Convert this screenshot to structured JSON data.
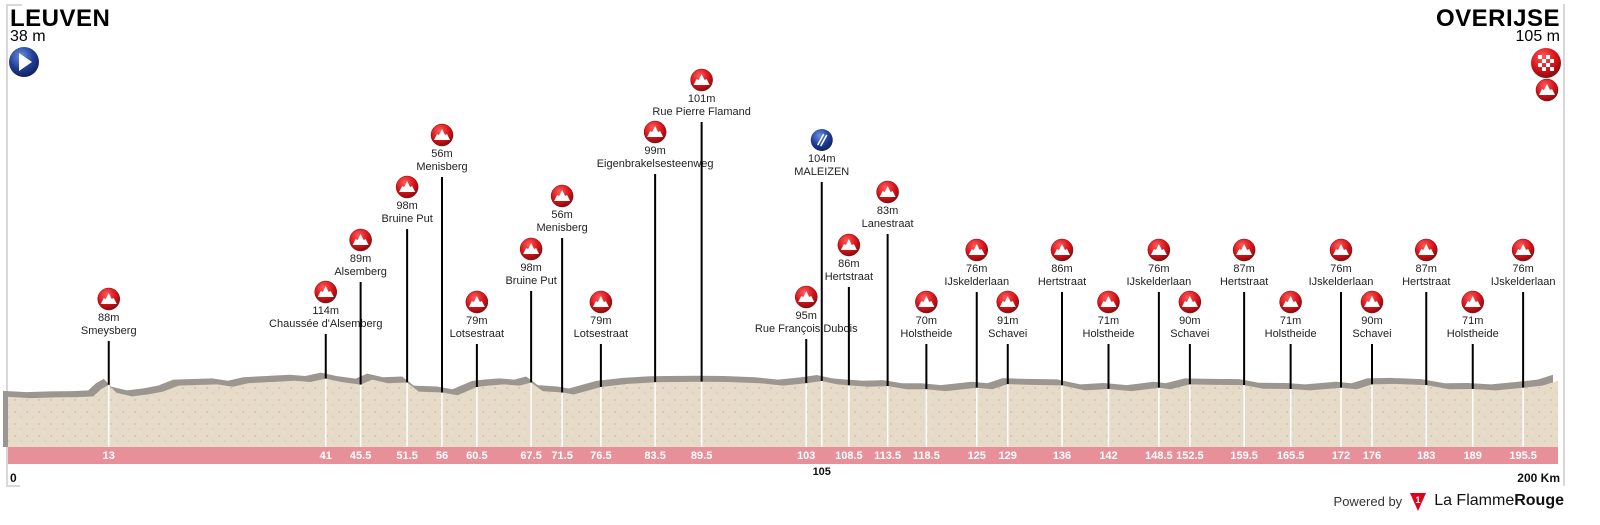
{
  "start": {
    "city": "LEUVEN",
    "altitude": "38 m",
    "icon": "start-play-icon"
  },
  "finish": {
    "city": "OVERIJSE",
    "altitude": "105 m",
    "icons": [
      "finish-flag-icon",
      "climb-icon"
    ]
  },
  "footer": {
    "powered_by": "Powered by",
    "brand_light": "La Flamme",
    "brand_bold": "Rouge",
    "brand_mark": "1"
  },
  "colors": {
    "climb": "#d8141a",
    "sprint": "#1f3f95",
    "band": "#e8909a",
    "ground": "#e6dac8",
    "shadow": "#9b968f"
  },
  "chart_data": {
    "type": "area",
    "title": "LEUVEN - OVERIJSE",
    "xlabel": "Km",
    "x_start_label": "0",
    "x_end_label": "200 Km",
    "xlim": [
      0,
      200
    ],
    "special_km_label": "105",
    "profile": [
      [
        0,
        38
      ],
      [
        3,
        33
      ],
      [
        6,
        36
      ],
      [
        9,
        37
      ],
      [
        11,
        40
      ],
      [
        12,
        70
      ],
      [
        13,
        88
      ],
      [
        14,
        55
      ],
      [
        16,
        40
      ],
      [
        18,
        48
      ],
      [
        20,
        60
      ],
      [
        22,
        85
      ],
      [
        25,
        88
      ],
      [
        27,
        90
      ],
      [
        29,
        80
      ],
      [
        31,
        95
      ],
      [
        34,
        100
      ],
      [
        37,
        105
      ],
      [
        39,
        100
      ],
      [
        41,
        114
      ],
      [
        43,
        100
      ],
      [
        45.5,
        89
      ],
      [
        47,
        110
      ],
      [
        49,
        95
      ],
      [
        51.5,
        98
      ],
      [
        53,
        60
      ],
      [
        56,
        56
      ],
      [
        58,
        45
      ],
      [
        60.5,
        79
      ],
      [
        62,
        85
      ],
      [
        64,
        90
      ],
      [
        66,
        85
      ],
      [
        67.5,
        98
      ],
      [
        69,
        62
      ],
      [
        71.5,
        56
      ],
      [
        73,
        48
      ],
      [
        76.5,
        79
      ],
      [
        78,
        85
      ],
      [
        80,
        92
      ],
      [
        83.5,
        99
      ],
      [
        86,
        100
      ],
      [
        89.5,
        101
      ],
      [
        93,
        100
      ],
      [
        97,
        95
      ],
      [
        100,
        85
      ],
      [
        103,
        95
      ],
      [
        105,
        104
      ],
      [
        107,
        90
      ],
      [
        108.5,
        86
      ],
      [
        111,
        80
      ],
      [
        113.5,
        83
      ],
      [
        116,
        70
      ],
      [
        118.5,
        70
      ],
      [
        121,
        62
      ],
      [
        125,
        76
      ],
      [
        127,
        70
      ],
      [
        129,
        91
      ],
      [
        132,
        88
      ],
      [
        136,
        86
      ],
      [
        139,
        65
      ],
      [
        142,
        71
      ],
      [
        145,
        62
      ],
      [
        148.5,
        76
      ],
      [
        150,
        70
      ],
      [
        152.5,
        90
      ],
      [
        156,
        88
      ],
      [
        159.5,
        87
      ],
      [
        162,
        72
      ],
      [
        165.5,
        71
      ],
      [
        168,
        65
      ],
      [
        172,
        76
      ],
      [
        174,
        70
      ],
      [
        176,
        90
      ],
      [
        179,
        92
      ],
      [
        183,
        87
      ],
      [
        186,
        70
      ],
      [
        189,
        71
      ],
      [
        192,
        65
      ],
      [
        195.5,
        76
      ],
      [
        198,
        85
      ],
      [
        200,
        105
      ]
    ],
    "points": [
      {
        "km": "13",
        "km_value": 13,
        "name": "Smeysberg",
        "alt": "88m",
        "type": "climb"
      },
      {
        "km": "41",
        "km_value": 41,
        "name": "Chaussée d'Alsemberg",
        "alt": "114m",
        "type": "climb"
      },
      {
        "km": "45.5",
        "km_value": 45.5,
        "name": "Alsemberg",
        "alt": "89m",
        "type": "climb"
      },
      {
        "km": "51.5",
        "km_value": 51.5,
        "name": "Bruine Put",
        "alt": "98m",
        "type": "climb"
      },
      {
        "km": "56",
        "km_value": 56,
        "name": "Menisberg",
        "alt": "56m",
        "type": "climb"
      },
      {
        "km": "60.5",
        "km_value": 60.5,
        "name": "Lotsestraat",
        "alt": "79m",
        "type": "climb"
      },
      {
        "km": "67.5",
        "km_value": 67.5,
        "name": "Bruine Put",
        "alt": "98m",
        "type": "climb"
      },
      {
        "km": "71.5",
        "km_value": 71.5,
        "name": "Menisberg",
        "alt": "56m",
        "type": "climb"
      },
      {
        "km": "76.5",
        "km_value": 76.5,
        "name": "Lotsestraat",
        "alt": "79m",
        "type": "climb"
      },
      {
        "km": "83.5",
        "km_value": 83.5,
        "name": "Eigenbrakelsesteenweg",
        "alt": "99m",
        "type": "climb"
      },
      {
        "km": "89.5",
        "km_value": 89.5,
        "name": "Rue Pierre Flamand",
        "alt": "101m",
        "type": "climb"
      },
      {
        "km": "103",
        "km_value": 103,
        "name": "Rue François Dubois",
        "alt": "95m",
        "type": "climb"
      },
      {
        "km": "105",
        "km_value": 105,
        "name": "MALEIZEN",
        "alt": "104m",
        "type": "sprint"
      },
      {
        "km": "108.5",
        "km_value": 108.5,
        "name": "Hertstraat",
        "alt": "86m",
        "type": "climb"
      },
      {
        "km": "113.5",
        "km_value": 113.5,
        "name": "Lanestraat",
        "alt": "83m",
        "type": "climb"
      },
      {
        "km": "118.5",
        "km_value": 118.5,
        "name": "Holstheide",
        "alt": "70m",
        "type": "climb"
      },
      {
        "km": "125",
        "km_value": 125,
        "name": "IJskelderlaan",
        "alt": "76m",
        "type": "climb"
      },
      {
        "km": "129",
        "km_value": 129,
        "name": "Schavei",
        "alt": "91m",
        "type": "climb"
      },
      {
        "km": "136",
        "km_value": 136,
        "name": "Hertstraat",
        "alt": "86m",
        "type": "climb"
      },
      {
        "km": "142",
        "km_value": 142,
        "name": "Holstheide",
        "alt": "71m",
        "type": "climb"
      },
      {
        "km": "148.5",
        "km_value": 148.5,
        "name": "IJskelderlaan",
        "alt": "76m",
        "type": "climb"
      },
      {
        "km": "152.5",
        "km_value": 152.5,
        "name": "Schavei",
        "alt": "90m",
        "type": "climb"
      },
      {
        "km": "159.5",
        "km_value": 159.5,
        "name": "Hertstraat",
        "alt": "87m",
        "type": "climb"
      },
      {
        "km": "165.5",
        "km_value": 165.5,
        "name": "Holstheide",
        "alt": "71m",
        "type": "climb"
      },
      {
        "km": "172",
        "km_value": 172,
        "name": "IJskelderlaan",
        "alt": "76m",
        "type": "climb"
      },
      {
        "km": "176",
        "km_value": 176,
        "name": "Schavei",
        "alt": "90m",
        "type": "climb"
      },
      {
        "km": "183",
        "km_value": 183,
        "name": "Hertstraat",
        "alt": "87m",
        "type": "climb"
      },
      {
        "km": "189",
        "km_value": 189,
        "name": "Holstheide",
        "alt": "71m",
        "type": "climb"
      },
      {
        "km": "195.5",
        "km_value": 195.5,
        "name": "IJskelderlaan",
        "alt": "76m",
        "type": "climb"
      }
    ]
  }
}
